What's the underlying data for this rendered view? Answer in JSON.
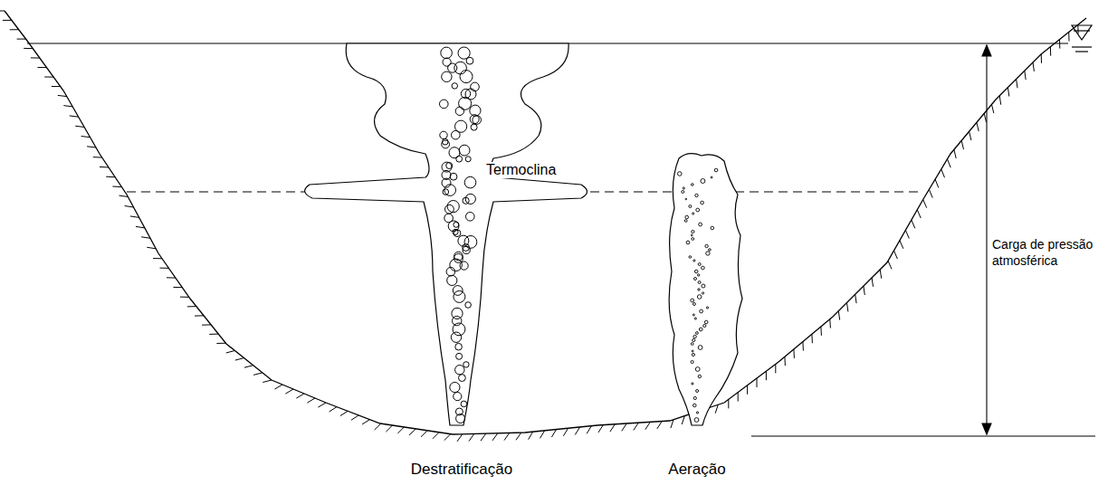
{
  "diagram": {
    "labels": [
      "Termoclina",
      "Carga de pressão atmosférica",
      "Destratificação",
      "Aeração"
    ]
  }
}
